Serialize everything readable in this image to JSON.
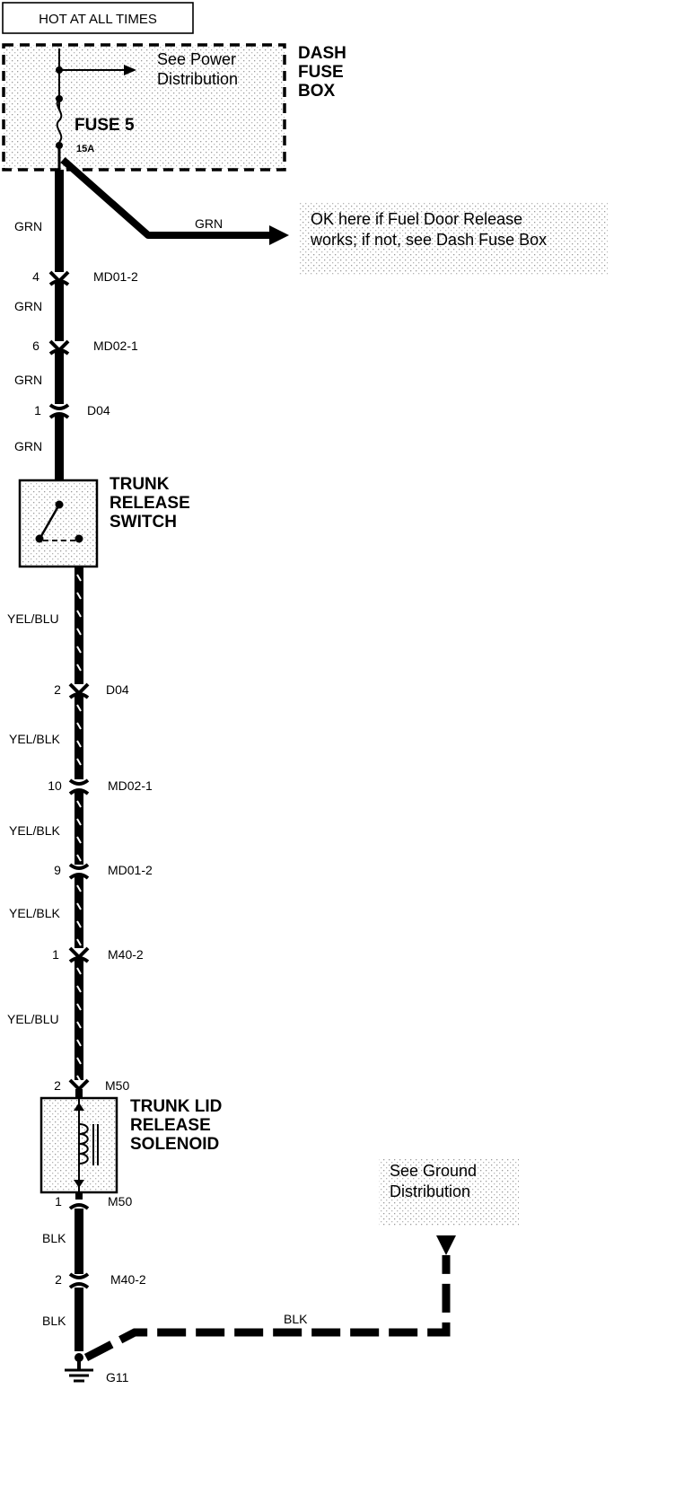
{
  "header": {
    "power_label": "HOT AT ALL TIMES"
  },
  "fuse_box": {
    "name_line1": "DASH",
    "name_line2": "FUSE",
    "name_line3": "BOX",
    "fuse_name": "FUSE 5",
    "fuse_rating": "15A"
  },
  "notes": {
    "power_dist_line1": "See Power",
    "power_dist_line2": "Distribution",
    "fuel_door_line1": "OK here if Fuel Door Release",
    "fuel_door_line2": "works; if not, see Dash Fuse Box",
    "ground_dist_line1": "See Ground",
    "ground_dist_line2": "Distribution"
  },
  "branch_wire_color": "GRN",
  "trunk_switch": {
    "line1": "TRUNK",
    "line2": "RELEASE",
    "line3": "SWITCH"
  },
  "solenoid": {
    "line1": "TRUNK LID",
    "line2": "RELEASE",
    "line3": "SOLENOID"
  },
  "wire_colors": [
    "GRN",
    "GRN",
    "GRN",
    "GRN",
    "YEL/BLU",
    "YEL/BLK",
    "YEL/BLK",
    "YEL/BLK",
    "YEL/BLU",
    "BLK",
    "BLK"
  ],
  "connectors": [
    {
      "pin": "4",
      "name": "MD01-2"
    },
    {
      "pin": "6",
      "name": "MD02-1"
    },
    {
      "pin": "1",
      "name": "D04"
    },
    {
      "pin": "2",
      "name": "D04"
    },
    {
      "pin": "10",
      "name": "MD02-1"
    },
    {
      "pin": "9",
      "name": "MD01-2"
    },
    {
      "pin": "1",
      "name": "M40-2"
    },
    {
      "pin": "2",
      "name": "M50"
    },
    {
      "pin": "1",
      "name": "M50"
    },
    {
      "pin": "2",
      "name": "M40-2"
    }
  ],
  "ground_wire_color": "BLK",
  "ground": {
    "name": "G11"
  },
  "colors": {
    "ink": "#000000",
    "background": "#ffffff",
    "shade": "#9a9a9a"
  }
}
